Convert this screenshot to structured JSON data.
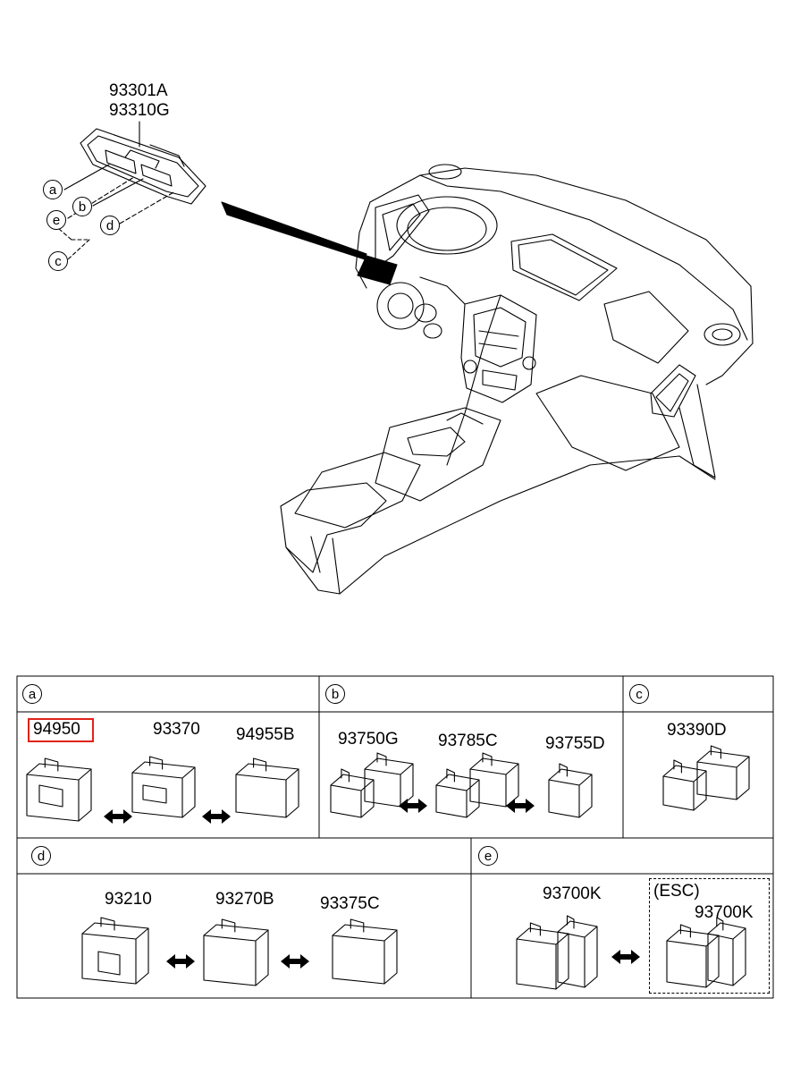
{
  "assembly": {
    "part_numbers": [
      "93301A",
      "93310G"
    ],
    "callouts": [
      "a",
      "b",
      "c",
      "d",
      "e"
    ]
  },
  "table": {
    "row1": [
      {
        "key": "a",
        "parts": [
          "94950",
          "93370",
          "94955B"
        ],
        "highlighted": "94950"
      },
      {
        "key": "b",
        "parts": [
          "93750G",
          "93785C",
          "93755D"
        ]
      },
      {
        "key": "c",
        "parts": [
          "93390D"
        ]
      }
    ],
    "row2": [
      {
        "key": "d",
        "parts": [
          "93210",
          "93270B",
          "93375C"
        ]
      },
      {
        "key": "e",
        "parts": [
          "93700K"
        ],
        "esc_label": "(ESC)",
        "esc_part": "93700K"
      }
    ]
  },
  "colors": {
    "line": "#000000",
    "highlight": "#e0231b"
  }
}
